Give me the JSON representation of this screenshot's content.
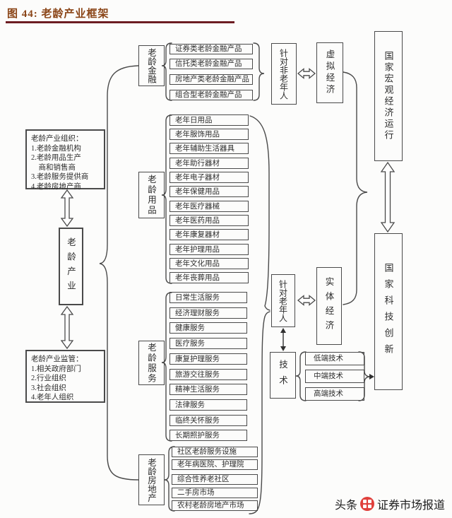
{
  "title": {
    "figure_label": "图 44:",
    "text": "老龄产业框架"
  },
  "left": {
    "org": {
      "lines": [
        "老龄产业组织：",
        "1.老龄金融机构",
        "2.老龄用品生产",
        "　商和销售商",
        "3.老龄服务提供商",
        "4.老龄房地产商"
      ]
    },
    "industry": "老龄产业",
    "regulator": {
      "lines": [
        "老龄产业监管：",
        "1.相关政府部门",
        "2.行业组织",
        "3.社会组织",
        "4.老年人组织"
      ]
    }
  },
  "categories": {
    "finance": {
      "label": "老龄金融",
      "items": [
        "证券类老龄金融产品",
        "信托类老龄金融产品",
        "房地产类老龄金融产品",
        "组合型老龄金融产品"
      ]
    },
    "products": {
      "label": "老龄用品",
      "items": [
        "老年日用品",
        "老年服饰用品",
        "老年辅助生活器具",
        "老年助行器材",
        "老年电子器材",
        "老年保健用品",
        "老年医疗器械",
        "老年医药用品",
        "老年康复器材",
        "老年护理用品",
        "老年文化用品",
        "老年丧葬用品"
      ]
    },
    "services": {
      "label": "老龄服务",
      "items": [
        "日常生活服务",
        "经济理财服务",
        "健康服务",
        "医疗服务",
        "康复护理服务",
        "旅游交往服务",
        "精神生活服务",
        "法律服务",
        "临终关怀服务",
        "长期照护服务"
      ]
    },
    "realestate": {
      "label": "老龄房地产",
      "items": [
        "社区老龄服务设施",
        "老年病医院、护理院",
        "综合性养老社区",
        "二手房市场",
        "农村老龄房地产市场"
      ]
    }
  },
  "right": {
    "non_elderly": "针对非老年人",
    "virtual_economy": "虚拟经济",
    "elderly": "针对老年人",
    "real_economy": "实体经济",
    "technology": "技术",
    "tech_levels": [
      "低端技术",
      "中端技术",
      "高端技术"
    ],
    "macro_economy": "国家宏观经济运行",
    "innovation": "国家科技创新"
  },
  "watermark": {
    "source": "头条",
    "account": "证券市场报道"
  },
  "colors": {
    "title": "#8a4416",
    "rule": "#6d1d22",
    "line": "#4a4a4a",
    "watermark_red": "#e0403c"
  }
}
